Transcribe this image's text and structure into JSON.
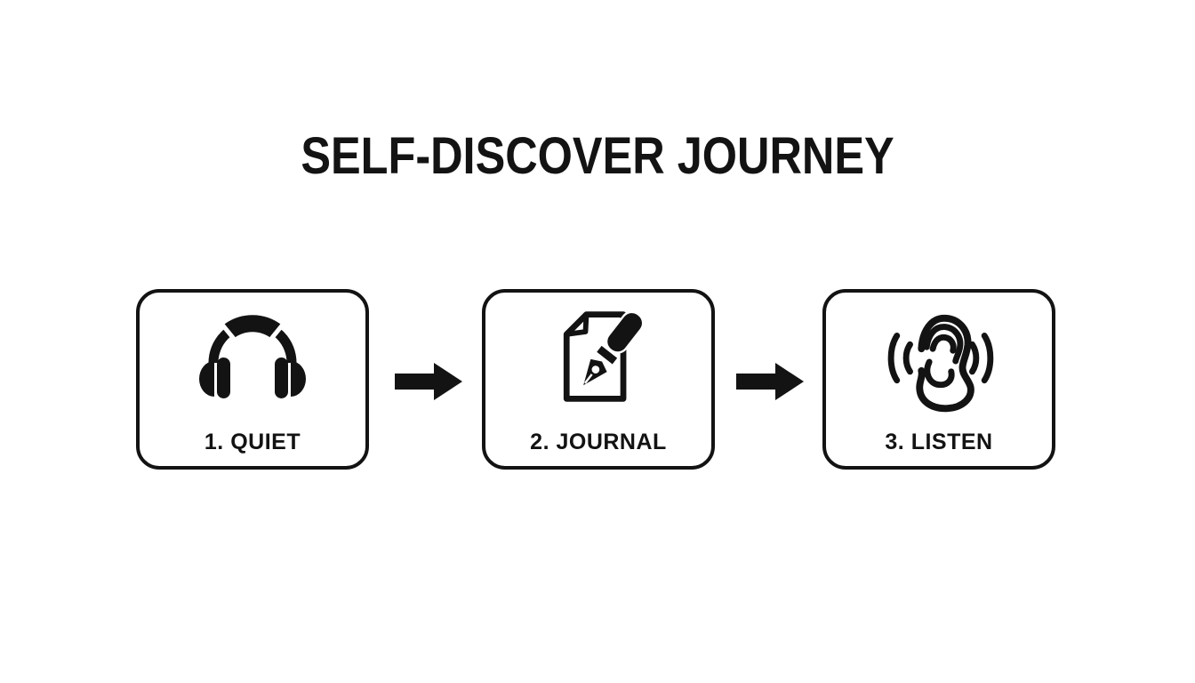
{
  "title": "SELF-DISCOVER JOURNEY",
  "colors": {
    "ink": "#131313",
    "background": "#ffffff"
  },
  "steps": [
    {
      "label": "1. QUIET",
      "icon": "headphones-icon"
    },
    {
      "label": "2. JOURNAL",
      "icon": "journal-pen-icon"
    },
    {
      "label": "3. LISTEN",
      "icon": "ear-icon"
    }
  ],
  "connectors": [
    {
      "icon": "arrow-right-icon"
    },
    {
      "icon": "arrow-right-icon"
    }
  ]
}
